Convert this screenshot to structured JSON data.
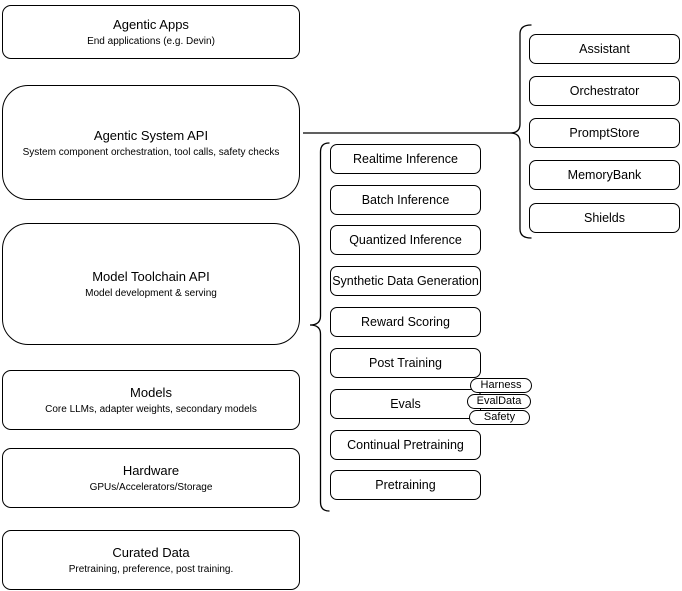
{
  "left_boxes": [
    {
      "title": "Agentic Apps",
      "subtitle": "End applications (e.g. Devin)"
    },
    {
      "title": "Agentic System API",
      "subtitle": "System component orchestration, tool calls, safety checks"
    },
    {
      "title": "Model Toolchain API",
      "subtitle": "Model development & serving"
    },
    {
      "title": "Models",
      "subtitle": "Core LLMs, adapter weights, secondary models"
    },
    {
      "title": "Hardware",
      "subtitle": "GPUs/Accelerators/Storage"
    },
    {
      "title": "Curated Data",
      "subtitle": "Pretraining, preference, post training."
    }
  ],
  "middle_boxes": [
    "Realtime Inference",
    "Batch Inference",
    "Quantized Inference",
    "Synthetic Data Generation",
    "Reward Scoring",
    "Post Training",
    "Evals",
    "Continual Pretraining",
    "Pretraining"
  ],
  "eval_tags": [
    "Harness",
    "EvalData",
    "Safety"
  ],
  "right_boxes": [
    "Assistant",
    "Orchestrator",
    "PromptStore",
    "MemoryBank",
    "Shields"
  ],
  "colors": {
    "border": "#000000",
    "fill": "#ffffff",
    "text": "#000000"
  }
}
